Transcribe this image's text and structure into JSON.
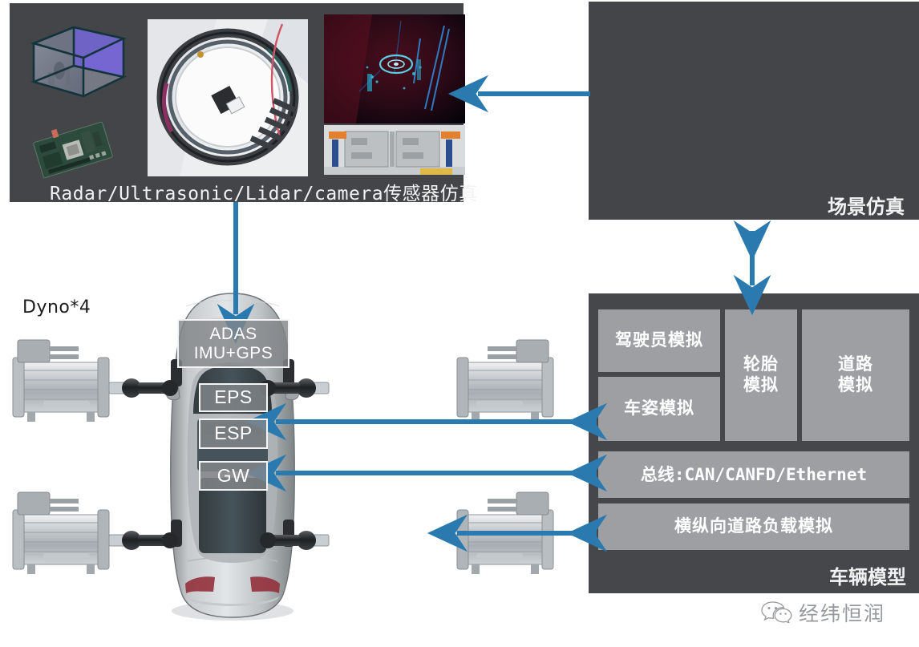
{
  "diagram": {
    "title": "ADAS HIL Vehicle-in-the-Loop Simulation Architecture",
    "accent_color": "#2a7ab0",
    "panel_color": "#434549",
    "box_color": "#9d9fa2"
  },
  "sensor_panel": {
    "label": "Radar/Ultrasonic/Lidar/camera传感器仿真",
    "tiles": [
      {
        "name": "anechoic-chamber-render",
        "caption": ""
      },
      {
        "name": "sensor-ecu-board",
        "caption": ""
      },
      {
        "name": "lidar-ring-photo",
        "caption": ""
      },
      {
        "name": "lidar-pointcloud",
        "caption": ""
      },
      {
        "name": "sensor-hardware-rack",
        "caption": ""
      }
    ]
  },
  "scene_panel": {
    "label": "场景仿真",
    "tiles": [
      {
        "name": "urban-street-scene",
        "caption": ""
      },
      {
        "name": "intersection-map-view",
        "caption": ""
      },
      {
        "name": "highway-interchange-scene",
        "caption": ""
      },
      {
        "name": "real-road-bus-camera",
        "caption": ""
      }
    ]
  },
  "vehicle_panel": {
    "label": "车辆模型",
    "boxes": [
      {
        "id": "driver",
        "label": "驾驶员模拟"
      },
      {
        "id": "posture",
        "label": "车姿模拟"
      },
      {
        "id": "tire",
        "label": "轮胎\n模拟"
      },
      {
        "id": "road",
        "label": "道路\n模拟"
      },
      {
        "id": "bus",
        "label": "总线:CAN/CANFD/Ethernet"
      },
      {
        "id": "load",
        "label": "横纵向道路负载模拟"
      }
    ]
  },
  "vehicle": {
    "dyno_label": "Dyno*4",
    "ecus": [
      {
        "id": "adas",
        "label": "ADAS\nIMU+GPS"
      },
      {
        "id": "eps",
        "label": "EPS"
      },
      {
        "id": "esp",
        "label": "ESP"
      },
      {
        "id": "gw",
        "label": "GW"
      }
    ]
  },
  "connections": [
    {
      "name": "scene-to-sensor",
      "from": "scene_panel",
      "to": "sensor_panel",
      "direction": "left"
    },
    {
      "name": "sensor-to-adas",
      "from": "sensor_panel",
      "to": "ecu-adas",
      "direction": "down"
    },
    {
      "name": "scene-to-vehicle-model",
      "from": "scene_panel",
      "to": "vehicle_panel",
      "direction": "both"
    },
    {
      "name": "esp-to-posture",
      "from": "ecu-esp",
      "to": "vb-posture",
      "direction": "both"
    },
    {
      "name": "gw-to-bus",
      "from": "ecu-gw",
      "to": "vb-bus",
      "direction": "both"
    },
    {
      "name": "dyno-to-load",
      "from": "rear-dyno",
      "to": "vb-load",
      "direction": "both"
    }
  ],
  "watermark": {
    "text": "经纬恒润",
    "icon": "wechat-icon"
  }
}
